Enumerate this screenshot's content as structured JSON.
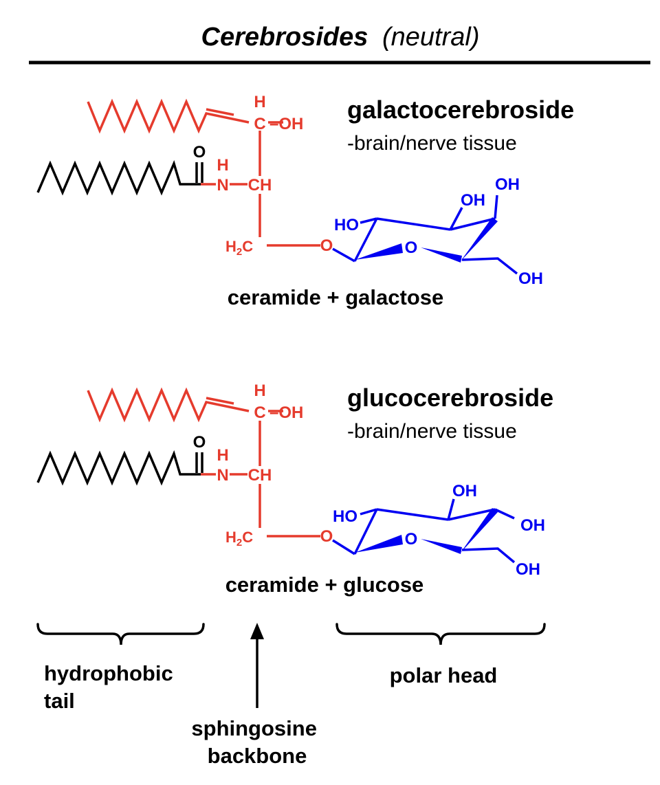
{
  "title": {
    "main": "Cerebrosides",
    "qualifier": "(neutral)"
  },
  "colors": {
    "tail": "#000000",
    "backbone": "#e53b2d",
    "sugar": "#0000f2"
  },
  "molecules": [
    {
      "name": "galactocerebroside",
      "tissue": "-brain/nerve tissue",
      "composition": "ceramide + galactose",
      "atoms": {
        "carbonyl_o": "O",
        "h_top": "H",
        "c_top": "C",
        "oh_top": "–OH",
        "nh_h": "H",
        "n": "N",
        "ch": "CH",
        "h2c": "H",
        "h2c_sub": "2",
        "h2c_c": "C",
        "glyco_o": "O",
        "ring_o": "O",
        "ho": "HO",
        "oh_a": "OH",
        "oh_b": "OH",
        "oh_c": "OH"
      }
    },
    {
      "name": "glucocerebroside",
      "tissue": "-brain/nerve tissue",
      "composition": "ceramide + glucose",
      "atoms": {
        "carbonyl_o": "O",
        "h_top": "H",
        "c_top": "C",
        "oh_top": "–OH",
        "nh_h": "H",
        "n": "N",
        "ch": "CH",
        "h2c": "H",
        "h2c_sub": "2",
        "h2c_c": "C",
        "glyco_o": "O",
        "ring_o": "O",
        "ho": "HO",
        "oh_a": "OH",
        "oh_b": "OH",
        "oh_c": "OH"
      }
    }
  ],
  "regions": {
    "tail": [
      "hydrophobic",
      "tail"
    ],
    "backbone": [
      "sphingosine",
      "backbone"
    ],
    "head": "polar head"
  }
}
